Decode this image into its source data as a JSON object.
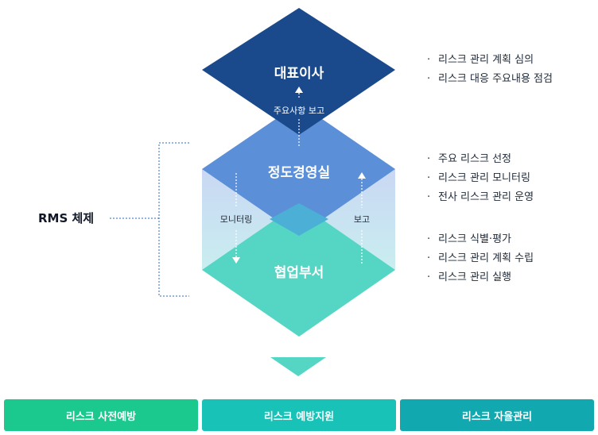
{
  "nodes": {
    "ceo": {
      "label": "대표이사",
      "color": "#1a4a8c"
    },
    "management": {
      "label": "정도경영실",
      "color": "#5b8fd8"
    },
    "cooperation": {
      "label": "협업부서",
      "color": "#55d6c4"
    }
  },
  "flows": {
    "report_to_ceo": "주요사항 보고",
    "monitoring": "모니터링",
    "report": "보고"
  },
  "rms": {
    "label": "RMS 체제"
  },
  "responsibilities": {
    "ceo": [
      "리스크 관리 계획 심의",
      "리스크 대응 주요내용 점검"
    ],
    "management": [
      "주요 리스크 선정",
      "리스크 관리 모니터링",
      "전사 리스크 관리 운영"
    ],
    "cooperation": [
      "리스크 식별·평가",
      "리스크 관리 계획 수립",
      "리스크 관리 실행"
    ]
  },
  "outcomes": [
    {
      "label": "리스크 사전예방",
      "color": "#1bc98e"
    },
    {
      "label": "리스크 예방지원",
      "color": "#19c2b7"
    },
    {
      "label": "리스크 자율관리",
      "color": "#12a8b0"
    }
  ]
}
